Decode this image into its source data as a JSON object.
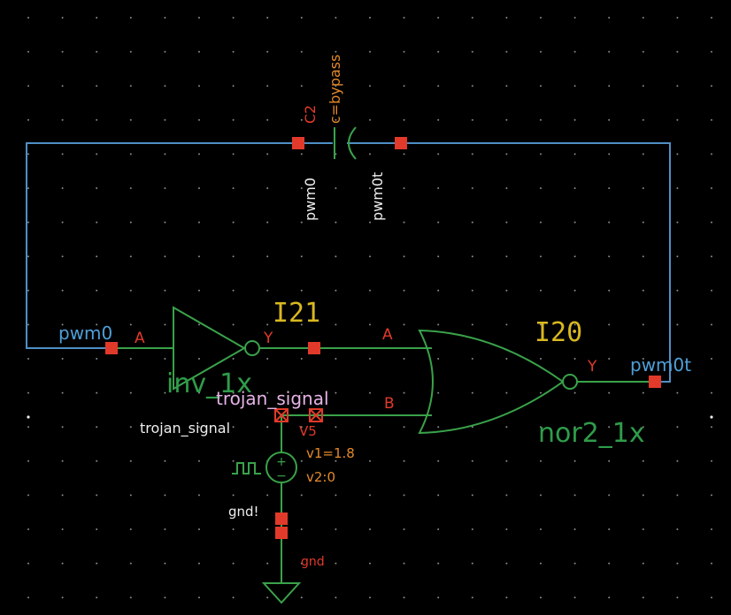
{
  "colors": {
    "background": "#000000",
    "grid": "#8a8a8a",
    "wire": "#4f8fc6",
    "gate": "#3aa24a",
    "pin": "#e23a2a",
    "pin_label": "#e23a2a",
    "instance": "#d9b820",
    "orange_text": "#e3892a",
    "net_label": "#4f9fd8",
    "white_text": "#eeeeee",
    "pink_text": "#e6b3e6",
    "cell_name": "#2f9c4a",
    "ground": "#3aa24a"
  },
  "capacitor": {
    "instance": "C2",
    "param": "c=bypass",
    "pin_left": "pwm0",
    "pin_right": "pwm0t"
  },
  "inverter": {
    "instance": "I21",
    "cell": "inv_1x",
    "pin_in": "A",
    "pin_out": "Y"
  },
  "nor": {
    "instance": "I20",
    "cell": "nor2_1x",
    "pin_a": "A",
    "pin_b": "B",
    "pin_out": "Y"
  },
  "source": {
    "instance": "V5",
    "param1": "v1=1.8",
    "param2": "v2:0",
    "pin_plus": "trojan_signal",
    "pin_minus": "gnd!",
    "plus_symbol": "+",
    "minus_symbol": "−"
  },
  "nets": {
    "pwm0_left": "pwm0",
    "pwm0t_right": "pwm0t",
    "trojan": "trojan_signal",
    "gnd": "gnd"
  }
}
